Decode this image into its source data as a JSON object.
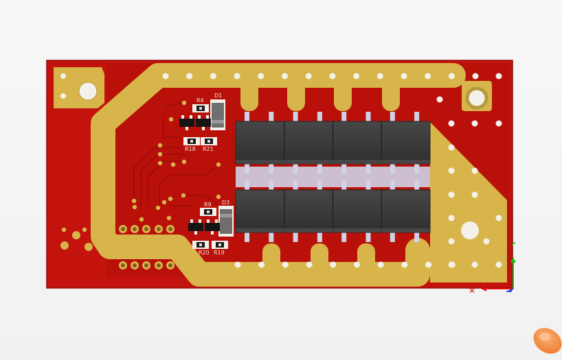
{
  "viewer": {
    "background_color": "#f3f3f3"
  },
  "board": {
    "substrate_color": "#c4120c",
    "copper_color": "#d8b54a",
    "pad_color": "#f4f1ea",
    "ic_body_color": "#3b3b3b",
    "ic_lead_color": "#cfd2e6"
  },
  "designators": {
    "r4": "R4",
    "d1": "D1",
    "r18": "R18",
    "r21": "R21",
    "r9": "R9",
    "d3": "D3",
    "r20": "R20",
    "r19": "R19"
  },
  "components": {
    "relay_count": 8,
    "relay_type": "SOIC IC"
  },
  "axis_triad": {
    "x_color": "#e01010",
    "y_color": "#10c010",
    "z_color": "#1030e0"
  },
  "cursor": {
    "icon": "orange-blob-cursor-icon",
    "color": "#f08a3c"
  }
}
